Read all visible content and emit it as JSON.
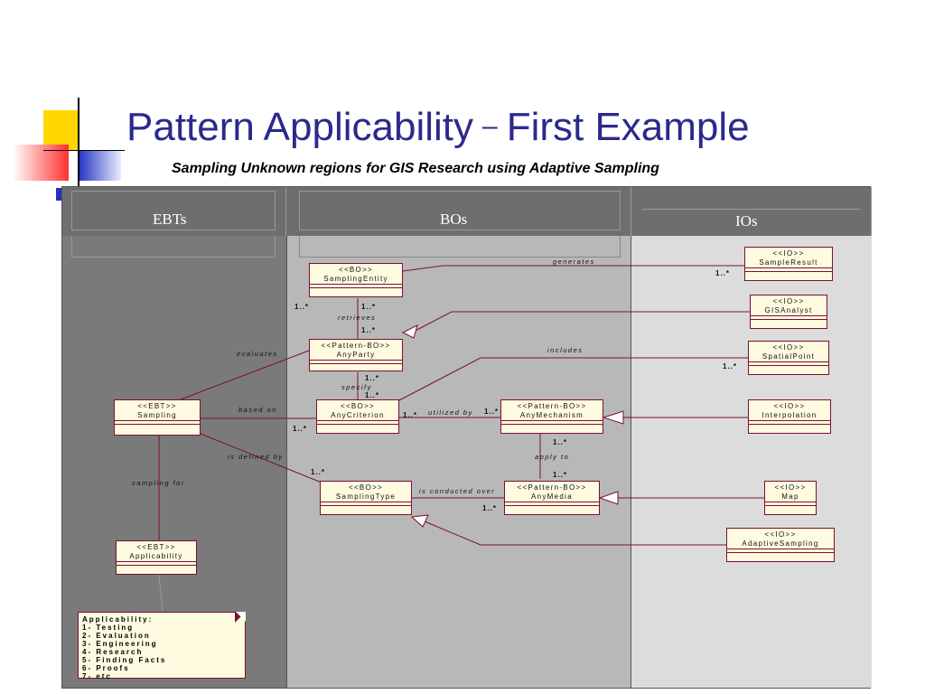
{
  "slide": {
    "title_main": "Pattern Applicability",
    "title_dash": "–",
    "title_tail": "First Example",
    "subtitle": "Sampling Unknown regions for GIS Research using Adaptive Sampling"
  },
  "columns": {
    "ebts": "EBTs",
    "bos": "BOs",
    "ios": "IOs"
  },
  "classes": {
    "sampling_entity": {
      "stereo": "<<BO>>",
      "name": "SamplingEntity"
    },
    "any_party": {
      "stereo": "<<Pattern-BO>>",
      "name": "AnyParty"
    },
    "any_criterion": {
      "stereo": "<<BO>>",
      "name": "AnyCriterion"
    },
    "any_mechanism": {
      "stereo": "<<Pattern-BO>>",
      "name": "AnyMechanism"
    },
    "sampling_type": {
      "stereo": "<<BO>>",
      "name": "SamplingType"
    },
    "any_media": {
      "stereo": "<<Pattern-BO>>",
      "name": "AnyMedia"
    },
    "ebt_sampling": {
      "stereo": "<<EBT>>",
      "name": "Sampling"
    },
    "ebt_applicability": {
      "stereo": "<<EBT>>",
      "name": "Applicability"
    },
    "sample_result": {
      "stereo": "<<IO>>",
      "name": "SampleResult"
    },
    "gis_analyst": {
      "stereo": "<<IO>>",
      "name": "GISAnalyst"
    },
    "spatial_point": {
      "stereo": "<<IO>>",
      "name": "SpatialPoint"
    },
    "interpolation": {
      "stereo": "<<IO>>",
      "name": "Interpolation"
    },
    "map": {
      "stereo": "<<IO>>",
      "name": "Map"
    },
    "adaptive_sampling": {
      "stereo": "<<IO>>",
      "name": "AdaptiveSampling"
    }
  },
  "relations": {
    "generates": "generates",
    "retrieves": "retrieves",
    "evaluates": "evaluates",
    "includes": "includes",
    "specify": "specify",
    "based_on": "based on",
    "utilized_by": "utilized by",
    "apply_to": "apply to",
    "is_defined_by": "is defined by",
    "is_conducted_over": "is conducted over",
    "sampling_for": "sampling for"
  },
  "multiplicity": "1..*",
  "note": {
    "title": "Applicability:",
    "items": [
      "1- Testing",
      "2- Evaluation",
      "3- Engineering",
      "4- Research",
      "5- Finding Facts",
      "6- Proofs",
      "7- etc"
    ]
  },
  "colors": {
    "title": "#2a2a8c",
    "ebt_column": "#7a7a7a",
    "bo_column": "#b8b8b8",
    "io_column": "#dcdcdc",
    "header": "#6e6e6e",
    "association": "#7a1030",
    "class_fill": "#fffbe0"
  }
}
